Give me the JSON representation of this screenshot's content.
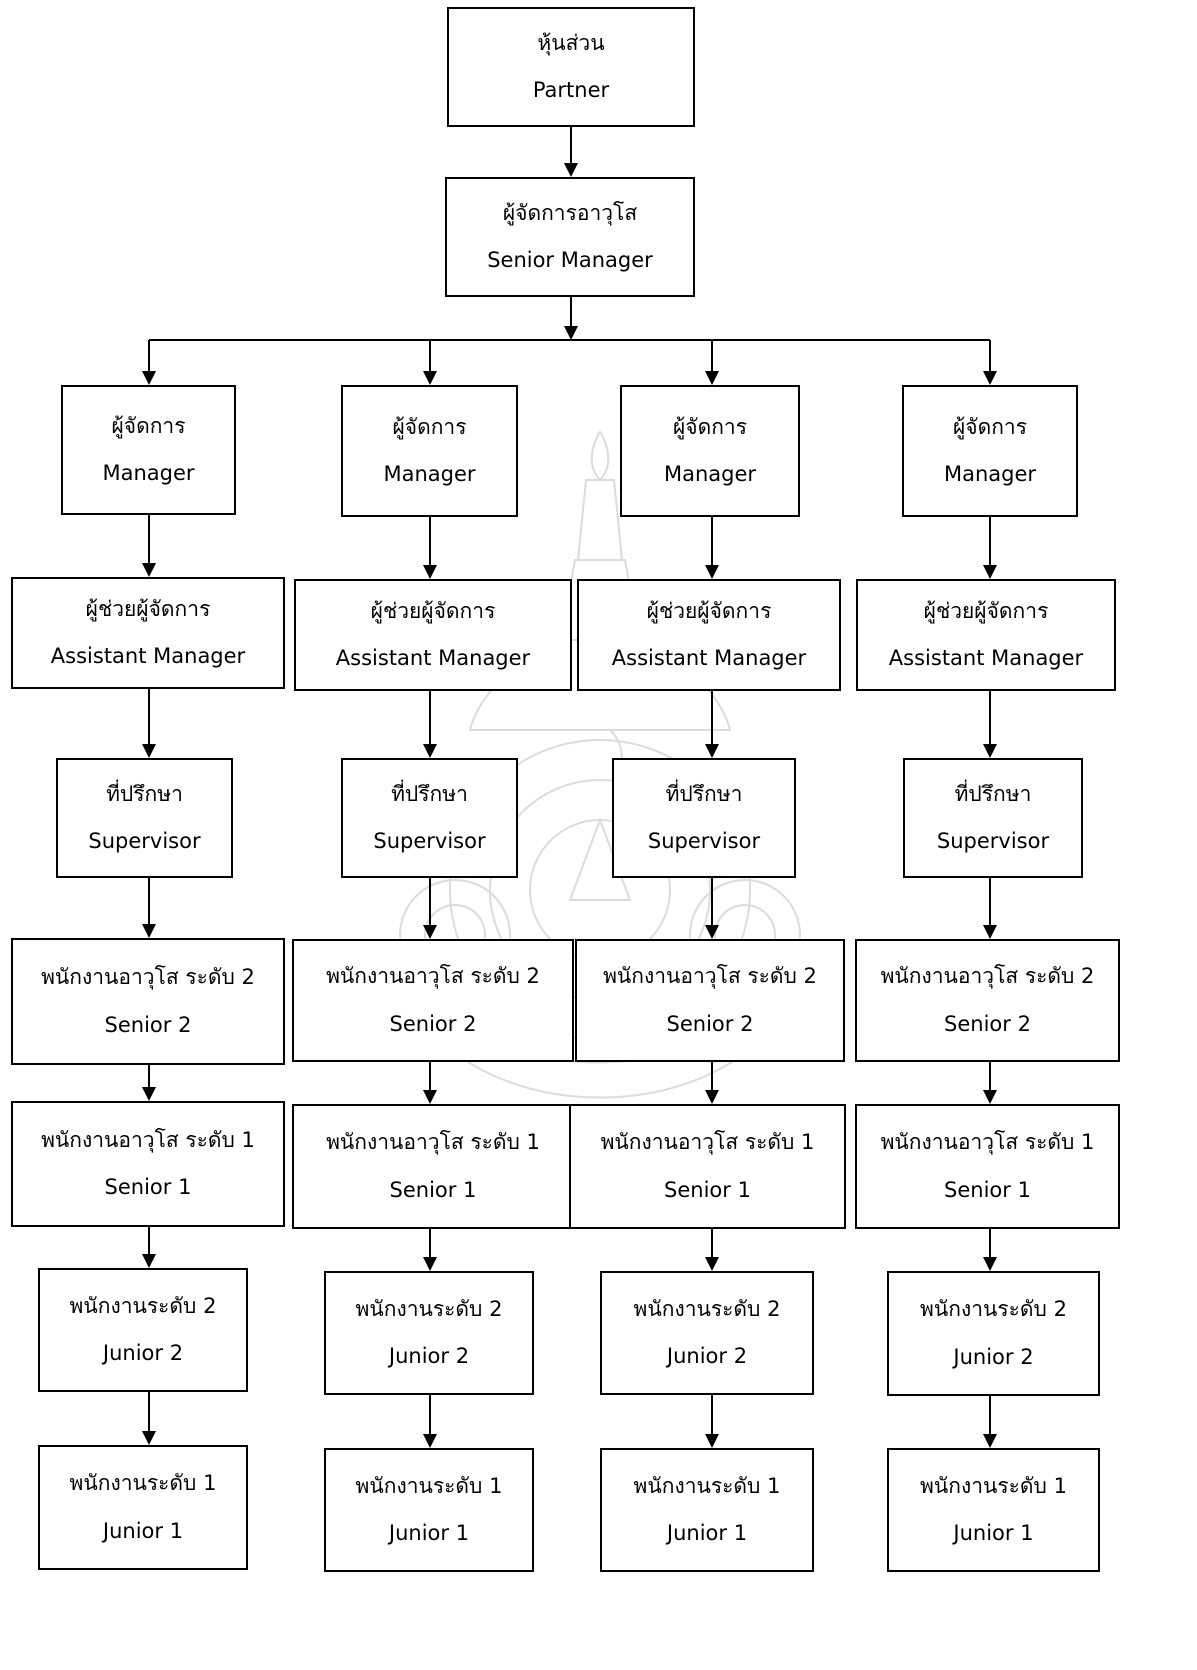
{
  "top": {
    "partner": {
      "th": "หุ้นส่วน",
      "en": "Partner"
    },
    "senior_manager": {
      "th": "ผู้จัดการอาวุโส",
      "en": "Senior Manager"
    }
  },
  "columns": [
    {
      "roles": [
        {
          "th": "ผู้จัดการ",
          "en": "Manager"
        },
        {
          "th": "ผู้ช่วยผู้จัดการ",
          "en": "Assistant Manager"
        },
        {
          "th": "ที่ปรึกษา",
          "en": "Supervisor"
        },
        {
          "th": "พนักงานอาวุโส ระดับ 2",
          "en": "Senior 2"
        },
        {
          "th": "พนักงานอาวุโส ระดับ 1",
          "en": "Senior 1"
        },
        {
          "th": "พนักงานระดับ 2",
          "en": "Junior 2"
        },
        {
          "th": "พนักงานระดับ 1",
          "en": "Junior 1"
        }
      ]
    },
    {
      "roles": [
        {
          "th": "ผู้จัดการ",
          "en": "Manager"
        },
        {
          "th": "ผู้ช่วยผู้จัดการ",
          "en": "Assistant Manager"
        },
        {
          "th": "ที่ปรึกษา",
          "en": "Supervisor"
        },
        {
          "th": "พนักงานอาวุโส ระดับ 2",
          "en": "Senior 2"
        },
        {
          "th": "พนักงานอาวุโส ระดับ 1",
          "en": "Senior 1"
        },
        {
          "th": "พนักงานระดับ 2",
          "en": "Junior 2"
        },
        {
          "th": "พนักงานระดับ 1",
          "en": "Junior 1"
        }
      ]
    },
    {
      "roles": [
        {
          "th": "ผู้จัดการ",
          "en": "Manager"
        },
        {
          "th": "ผู้ช่วยผู้จัดการ",
          "en": "Assistant Manager"
        },
        {
          "th": "ที่ปรึกษา",
          "en": "Supervisor"
        },
        {
          "th": "พนักงานอาวุโส ระดับ 2",
          "en": "Senior 2"
        },
        {
          "th": "พนักงานอาวุโส ระดับ 1",
          "en": "Senior 1"
        },
        {
          "th": "พนักงานระดับ 2",
          "en": "Junior 2"
        },
        {
          "th": "พนักงานระดับ 1",
          "en": "Junior 1"
        }
      ]
    },
    {
      "roles": [
        {
          "th": "ผู้จัดการ",
          "en": "Manager"
        },
        {
          "th": "ผู้ช่วยผู้จัดการ",
          "en": "Assistant Manager"
        },
        {
          "th": "ที่ปรึกษา",
          "en": "Supervisor"
        },
        {
          "th": "พนักงานอาวุโส ระดับ 2",
          "en": "Senior 2"
        },
        {
          "th": "พนักงานอาวุโส ระดับ 1",
          "en": "Senior 1"
        },
        {
          "th": "พนักงานระดับ 2",
          "en": "Junior 2"
        },
        {
          "th": "พนักงานระดับ 1",
          "en": "Junior 1"
        }
      ]
    }
  ],
  "colors": {
    "line": "#000000",
    "box_border": "#000000",
    "watermark": "#d8d8d8"
  }
}
